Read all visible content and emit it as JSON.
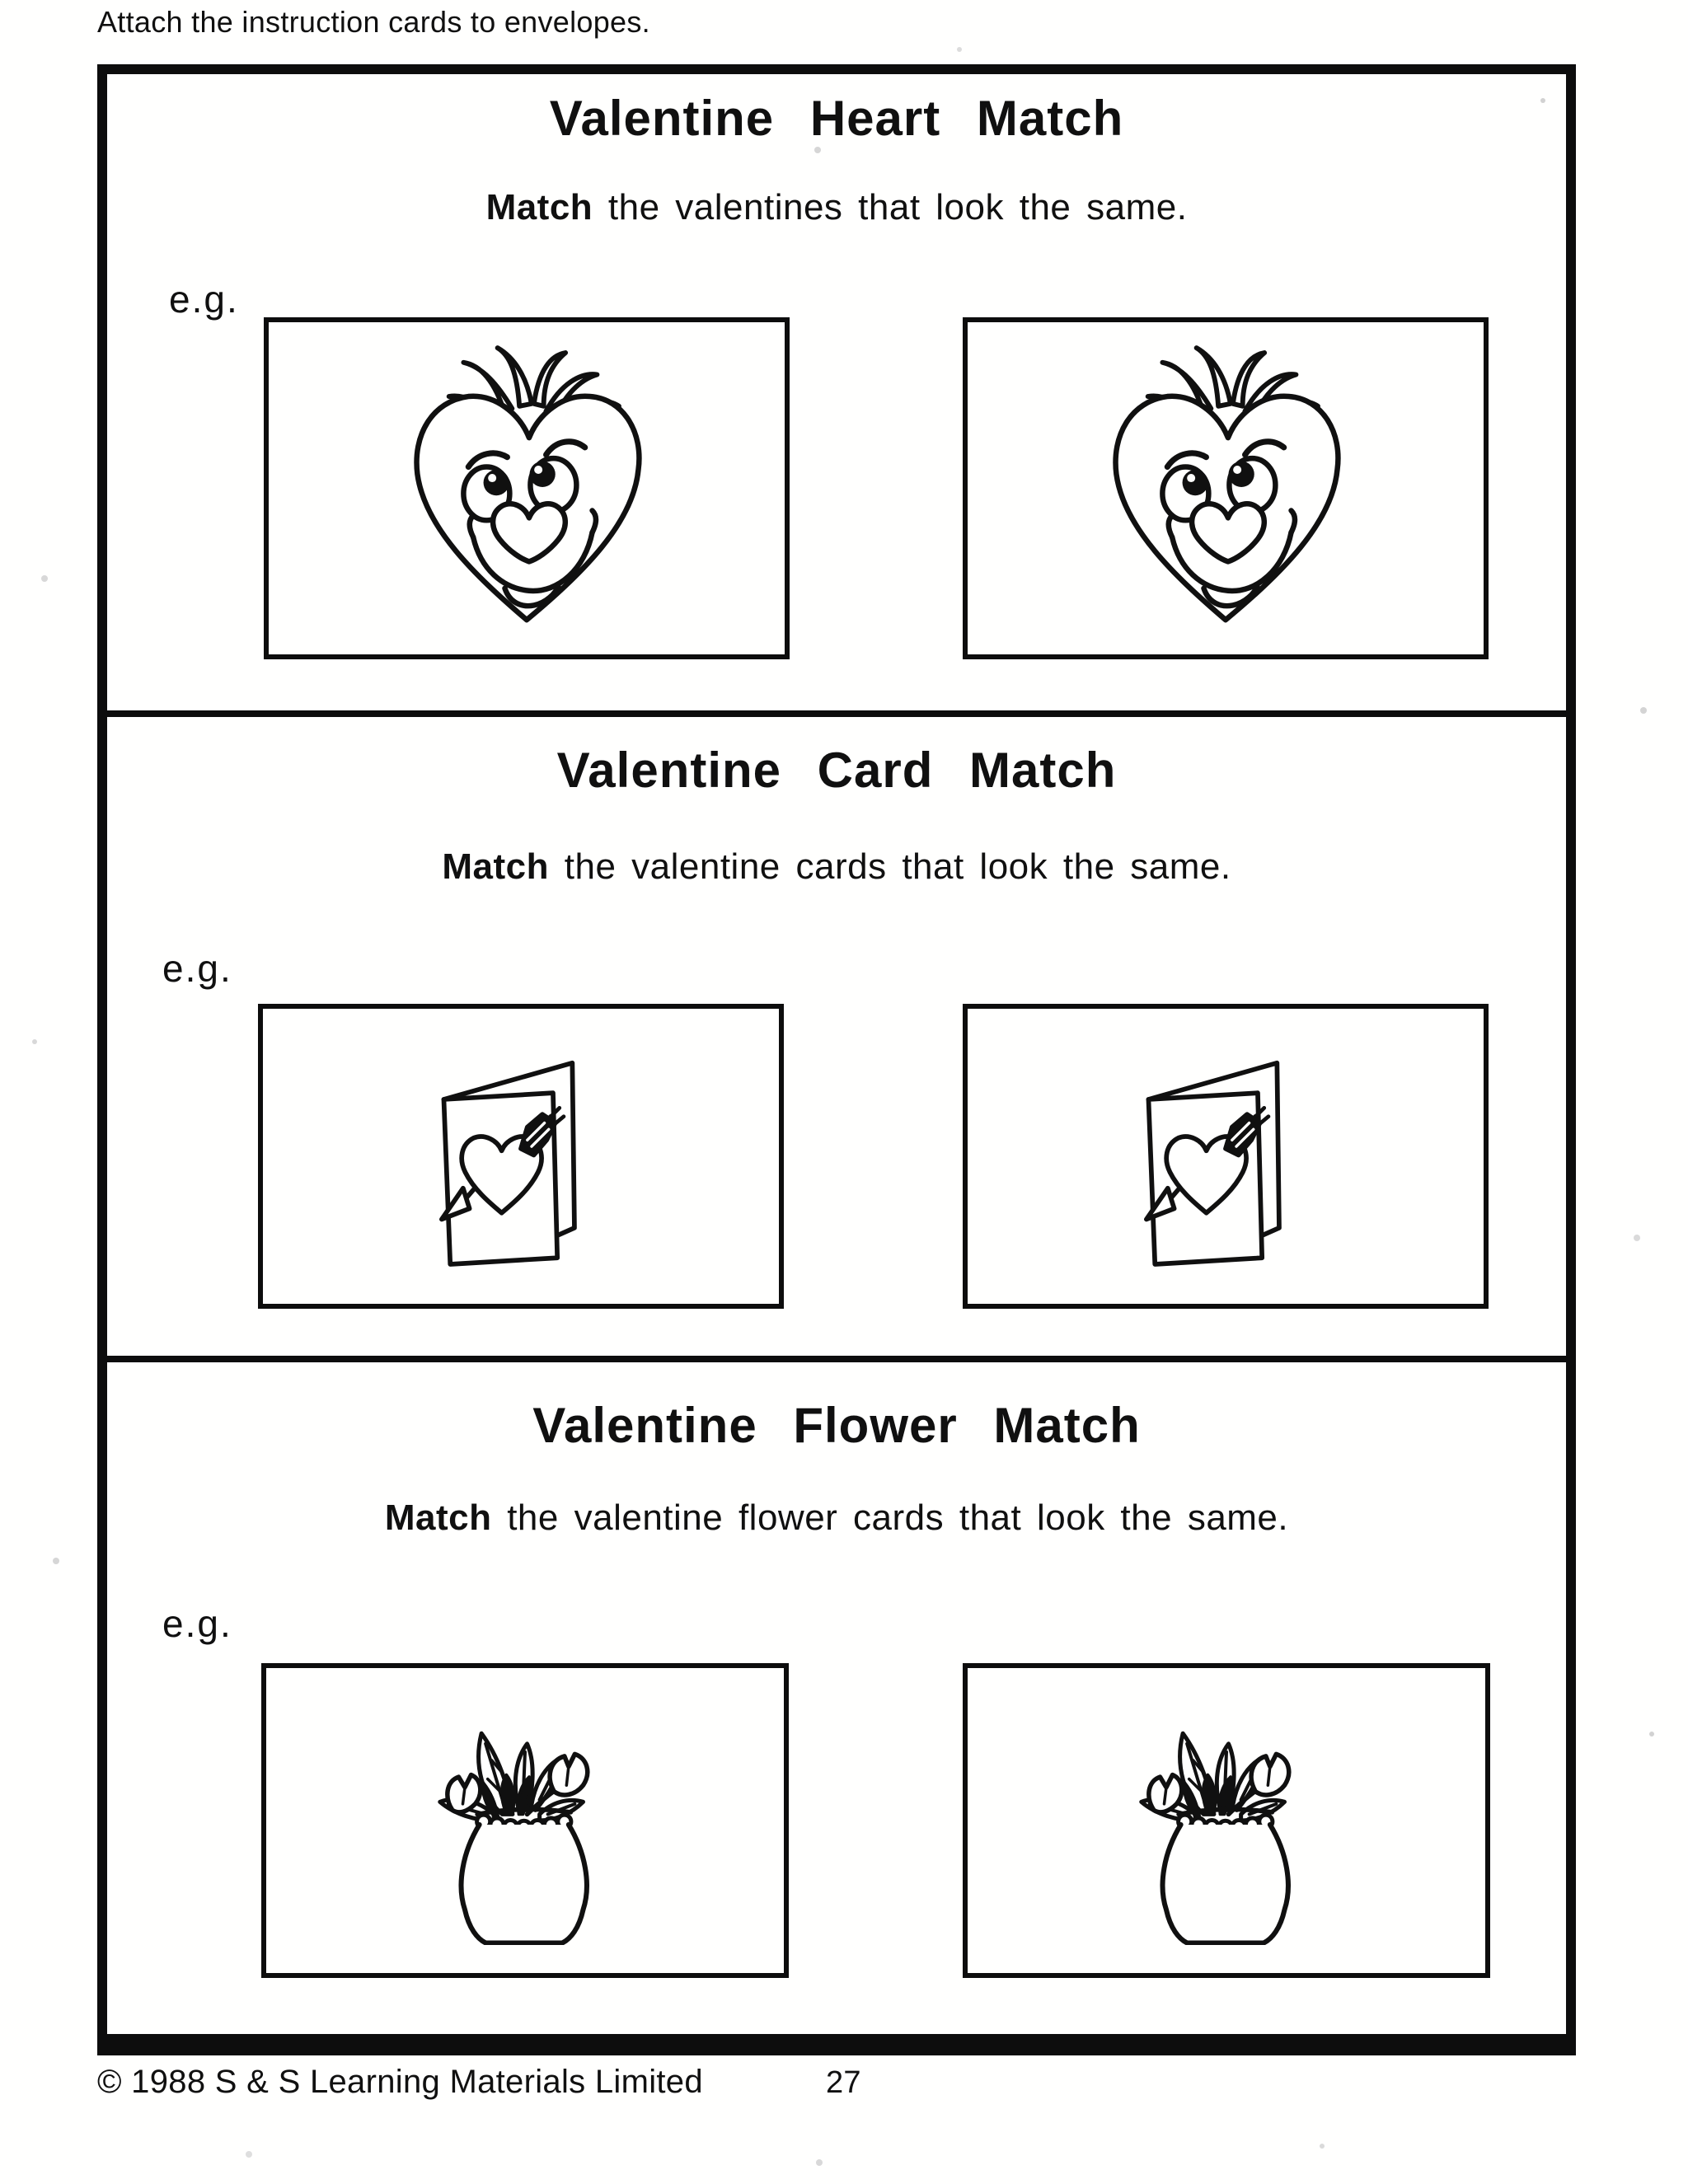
{
  "page": {
    "top_instruction": "Attach the instruction cards to envelopes.",
    "eg_label": "e.g.",
    "footer": {
      "copyright": "© 1988 S & S Learning Materials Limited",
      "page_number": "27"
    }
  },
  "sections": [
    {
      "title": "Valentine Heart Match",
      "instruction_bold": "Match",
      "instruction_rest": " the valentines that look the same.",
      "drawing": "smiling-heart",
      "example_pair": [
        "smiling-heart",
        "smiling-heart"
      ]
    },
    {
      "title": "Valentine Card Match",
      "instruction_bold": "Match",
      "instruction_rest": " the valentine cards that look the same.",
      "drawing": "heart-with-arrow-card",
      "example_pair": [
        "heart-with-arrow-card",
        "heart-with-arrow-card"
      ]
    },
    {
      "title": "Valentine Flower Match",
      "instruction_bold": "Match",
      "instruction_rest": " the valentine flower cards that look the same.",
      "drawing": "vase-of-flowers",
      "example_pair": [
        "vase-of-flowers",
        "vase-of-flowers"
      ]
    }
  ],
  "colors": {
    "ink": "#101010",
    "paper": "#ffffff"
  }
}
